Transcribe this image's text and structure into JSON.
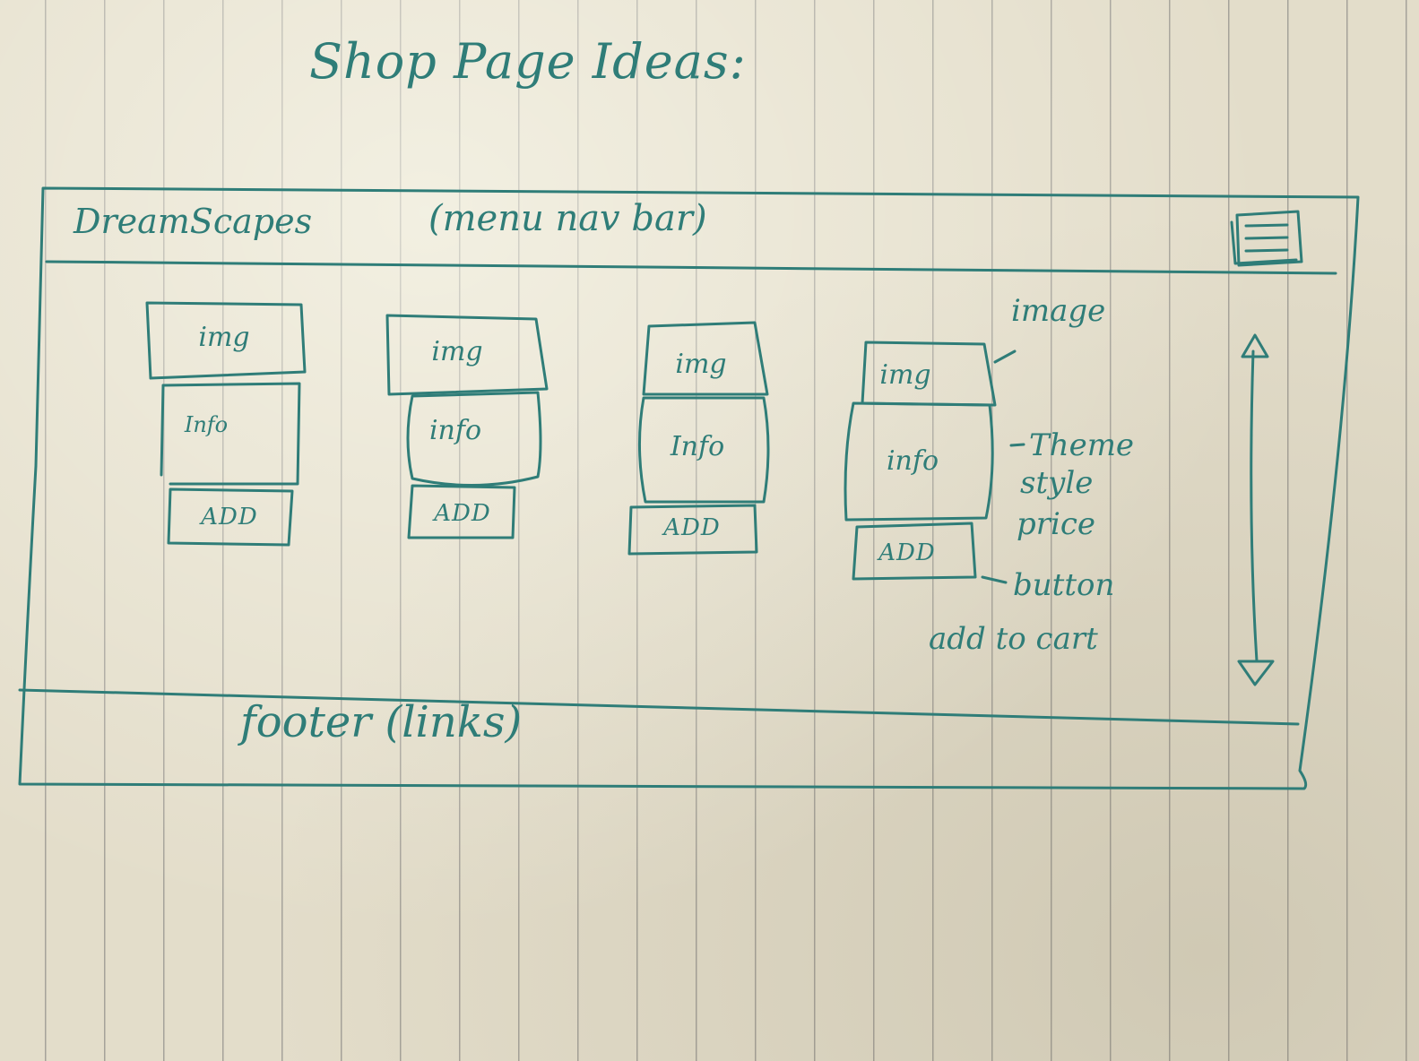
{
  "title": "Shop Page Ideas:",
  "navbar": {
    "brand": "DreamScapes",
    "note": "(menu nav bar)",
    "menu_icon": "hamburger-menu-icon"
  },
  "products": [
    {
      "image_label": "img",
      "info_label": "Info",
      "button_label": "ADD"
    },
    {
      "image_label": "img",
      "info_label": "info",
      "button_label": "ADD"
    },
    {
      "image_label": "img",
      "info_label": "Info",
      "button_label": "ADD"
    },
    {
      "image_label": "img",
      "info_label": "info",
      "button_label": "ADD"
    }
  ],
  "annotations": {
    "image": "image",
    "theme": "Theme",
    "style": "style",
    "price": "price",
    "button": "button",
    "add_to_cart": "add to cart"
  },
  "scrollbar": {
    "icon": "vertical-scroll-arrows-icon"
  },
  "footer": {
    "note": "footer (links)"
  },
  "colors": {
    "ink": "#2f7d78",
    "paper": "#e3ddca",
    "rule_lines": "#5a5a5f"
  }
}
